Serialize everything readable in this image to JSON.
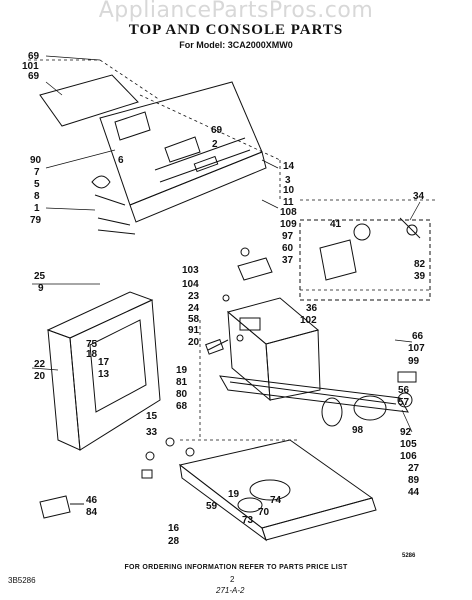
{
  "watermark": "AppliancePartsPros.com",
  "title": "TOP AND CONSOLE PARTS",
  "model_line": "For Model: 3CA2000XMW0",
  "footer": "FOR ORDERING INFORMATION REFER TO PARTS PRICE LIST",
  "page_number": "2",
  "doc_number": "3B5286",
  "revision": "271-A-2",
  "diagram_code": "5286",
  "callouts": [
    "69",
    "101",
    "69",
    "90",
    "7",
    "5",
    "8",
    "1",
    "79",
    "69",
    "2",
    "6",
    "14",
    "3",
    "10",
    "11",
    "34",
    "41",
    "108",
    "109",
    "97",
    "60",
    "37",
    "82",
    "39",
    "103",
    "104",
    "23",
    "24",
    "58",
    "25",
    "9",
    "36",
    "102",
    "91",
    "20",
    "66",
    "107",
    "99",
    "22",
    "20",
    "17",
    "13",
    "75",
    "18",
    "19",
    "81",
    "80",
    "68",
    "56",
    "57",
    "15",
    "33",
    "98",
    "92",
    "105",
    "106",
    "27",
    "89",
    "44",
    "46",
    "84",
    "19",
    "59",
    "74",
    "70",
    "73",
    "16",
    "28"
  ]
}
